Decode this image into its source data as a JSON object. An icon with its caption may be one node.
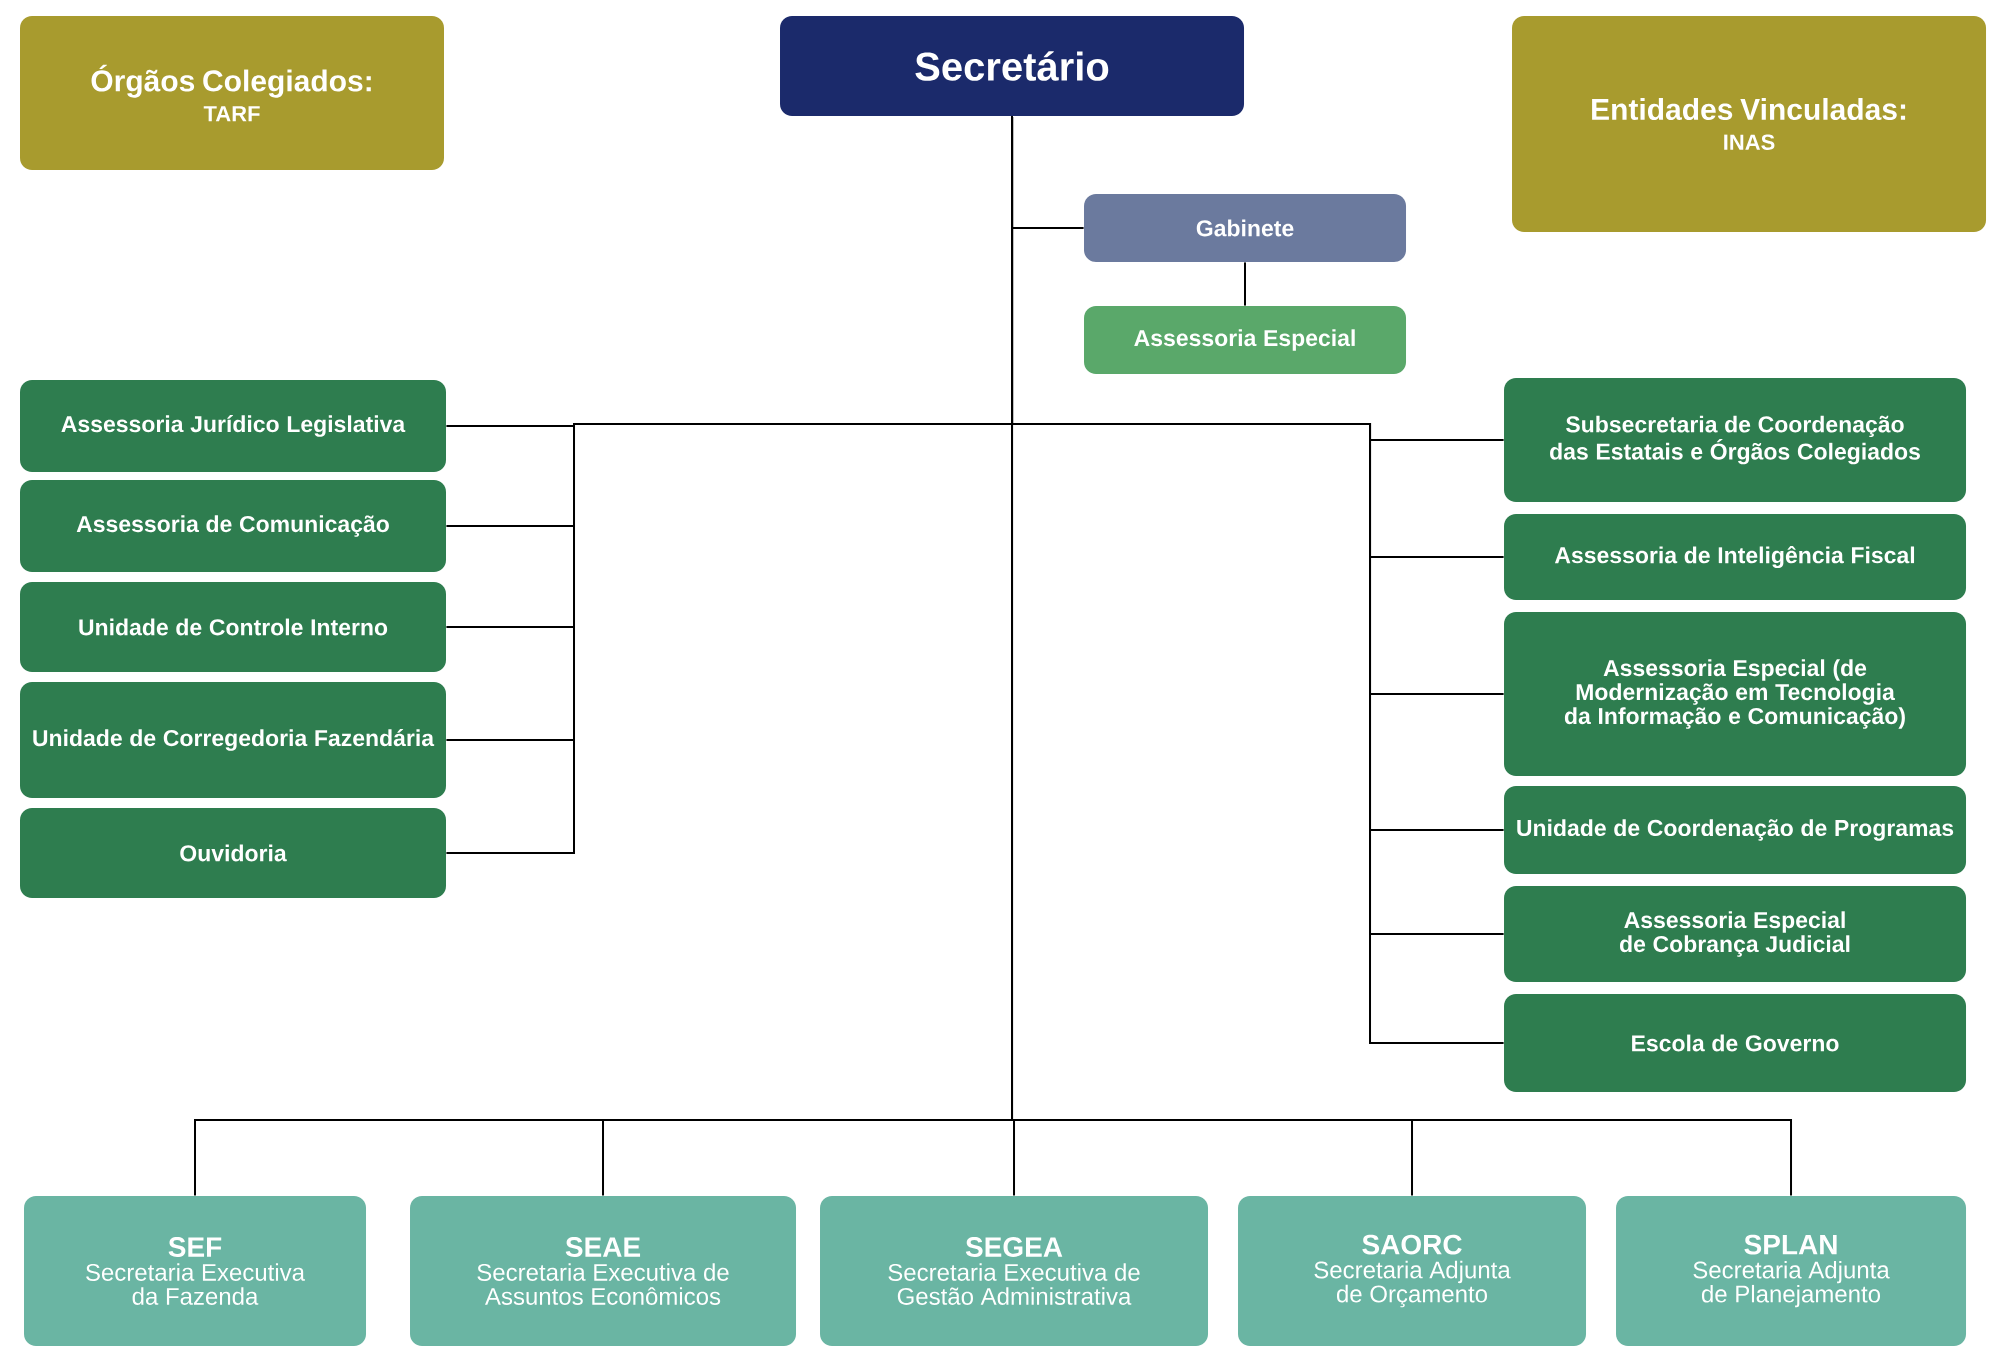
{
  "diagram": {
    "nodes": [
      {
        "text": [
          "Órgãos Colegiados:",
          "TARF"
        ]
      },
      {
        "text": [
          "Secretário"
        ]
      },
      {
        "text": [
          "Entidades Vinculadas:",
          "INAS"
        ]
      },
      {
        "text": [
          "Gabinete"
        ]
      },
      {
        "text": [
          "Assessoria Especial"
        ]
      },
      {
        "text": [
          "Assessoria Jurídico Legislativa"
        ]
      },
      {
        "text": [
          "Assessoria de Comunicação"
        ]
      },
      {
        "text": [
          "Unidade de Controle Interno"
        ]
      },
      {
        "text": [
          "Unidade de Corregedoria Fazendária"
        ]
      },
      {
        "text": [
          "Ouvidoria"
        ]
      },
      {
        "text": [
          "Subsecretaria de Coordenação das Estatais e Órgãos Colegiados"
        ]
      },
      {
        "text": [
          "Assessoria de Inteligência Fiscal"
        ]
      },
      {
        "text": [
          "Assessoria Especial (de Modernização em Tecnologia da Informação e Comunicação)"
        ]
      },
      {
        "text": [
          "Unidade de Coordenação de Programas"
        ]
      },
      {
        "text": [
          "Assessoria Especial de Cobrança Judicial"
        ]
      },
      {
        "text": [
          "Escola de Governo"
        ]
      },
      {
        "text": [
          "SEF",
          "Secretaria Executiva da Fazenda"
        ]
      },
      {
        "text": [
          "SEAE",
          "Secretaria Executiva de Assuntos Econômicos"
        ]
      },
      {
        "text": [
          "SEGEA",
          "Secretaria Executiva de Gestão Administrativa"
        ]
      },
      {
        "text": [
          "SAORC",
          "Secretaria Adjunta de Orçamento"
        ]
      },
      {
        "text": [
          "SPLAN",
          "Secretaria Adjunta de Planejamento"
        ]
      }
    ],
    "edges": [
      {
        "from": 1,
        "to": 3,
        "arrow": "none"
      },
      {
        "from": 3,
        "to": 4,
        "arrow": "none"
      },
      {
        "from": 1,
        "to": 5,
        "arrow": "none"
      },
      {
        "from": 1,
        "to": 6,
        "arrow": "none"
      },
      {
        "from": 1,
        "to": 7,
        "arrow": "none"
      },
      {
        "from": 1,
        "to": 8,
        "arrow": "none"
      },
      {
        "from": 1,
        "to": 9,
        "arrow": "none"
      },
      {
        "from": 1,
        "to": 10,
        "arrow": "none"
      },
      {
        "from": 1,
        "to": 11,
        "arrow": "none"
      },
      {
        "from": 1,
        "to": 12,
        "arrow": "none"
      },
      {
        "from": 1,
        "to": 13,
        "arrow": "none"
      },
      {
        "from": 1,
        "to": 14,
        "arrow": "none"
      },
      {
        "from": 1,
        "to": 15,
        "arrow": "none"
      },
      {
        "from": 1,
        "to": 16,
        "arrow": "none"
      },
      {
        "from": 1,
        "to": 17,
        "arrow": "none"
      },
      {
        "from": 1,
        "to": 18,
        "arrow": "none"
      },
      {
        "from": 1,
        "to": 19,
        "arrow": "none"
      },
      {
        "from": 1,
        "to": 20,
        "arrow": "none"
      }
    ]
  }
}
